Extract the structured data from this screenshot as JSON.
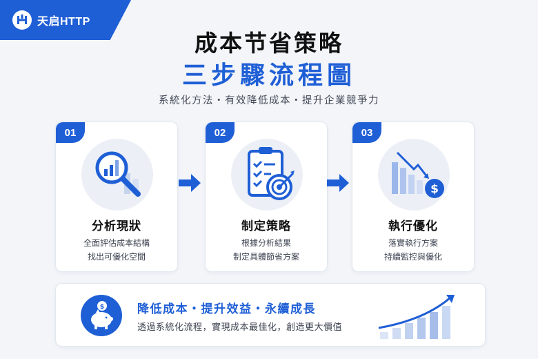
{
  "brand": {
    "name": "天启HTTP",
    "color": "#1f5fd6"
  },
  "header": {
    "title_line1": "成本节省策略",
    "title_line2": "三步驟流程圖",
    "subtitle": "系統化方法・有效降低成本・提升企業競爭力"
  },
  "steps": [
    {
      "number": "01",
      "title": "分析現狀",
      "desc": [
        "全面評估成本結構",
        "找出可優化空間"
      ],
      "icon": "magnifier-chart-icon"
    },
    {
      "number": "02",
      "title": "制定策略",
      "desc": [
        "根據分析結果",
        "制定具體節省方案"
      ],
      "icon": "clipboard-target-icon"
    },
    {
      "number": "03",
      "title": "執行優化",
      "desc": [
        "落實執行方案",
        "持續監控與優化"
      ],
      "icon": "declining-chart-dollar-icon"
    }
  ],
  "summary": {
    "title": "降低成本・提升效益・永續成長",
    "desc": "透過系統化流程，實現成本最佳化，創造更大價值",
    "icon": "piggy-bank-icon",
    "chart_icon": "growth-bars-arrow-icon"
  },
  "colors": {
    "accent": "#1f5fd6",
    "light_accent": "#b9cdf2",
    "background": "#f3f5f9"
  }
}
